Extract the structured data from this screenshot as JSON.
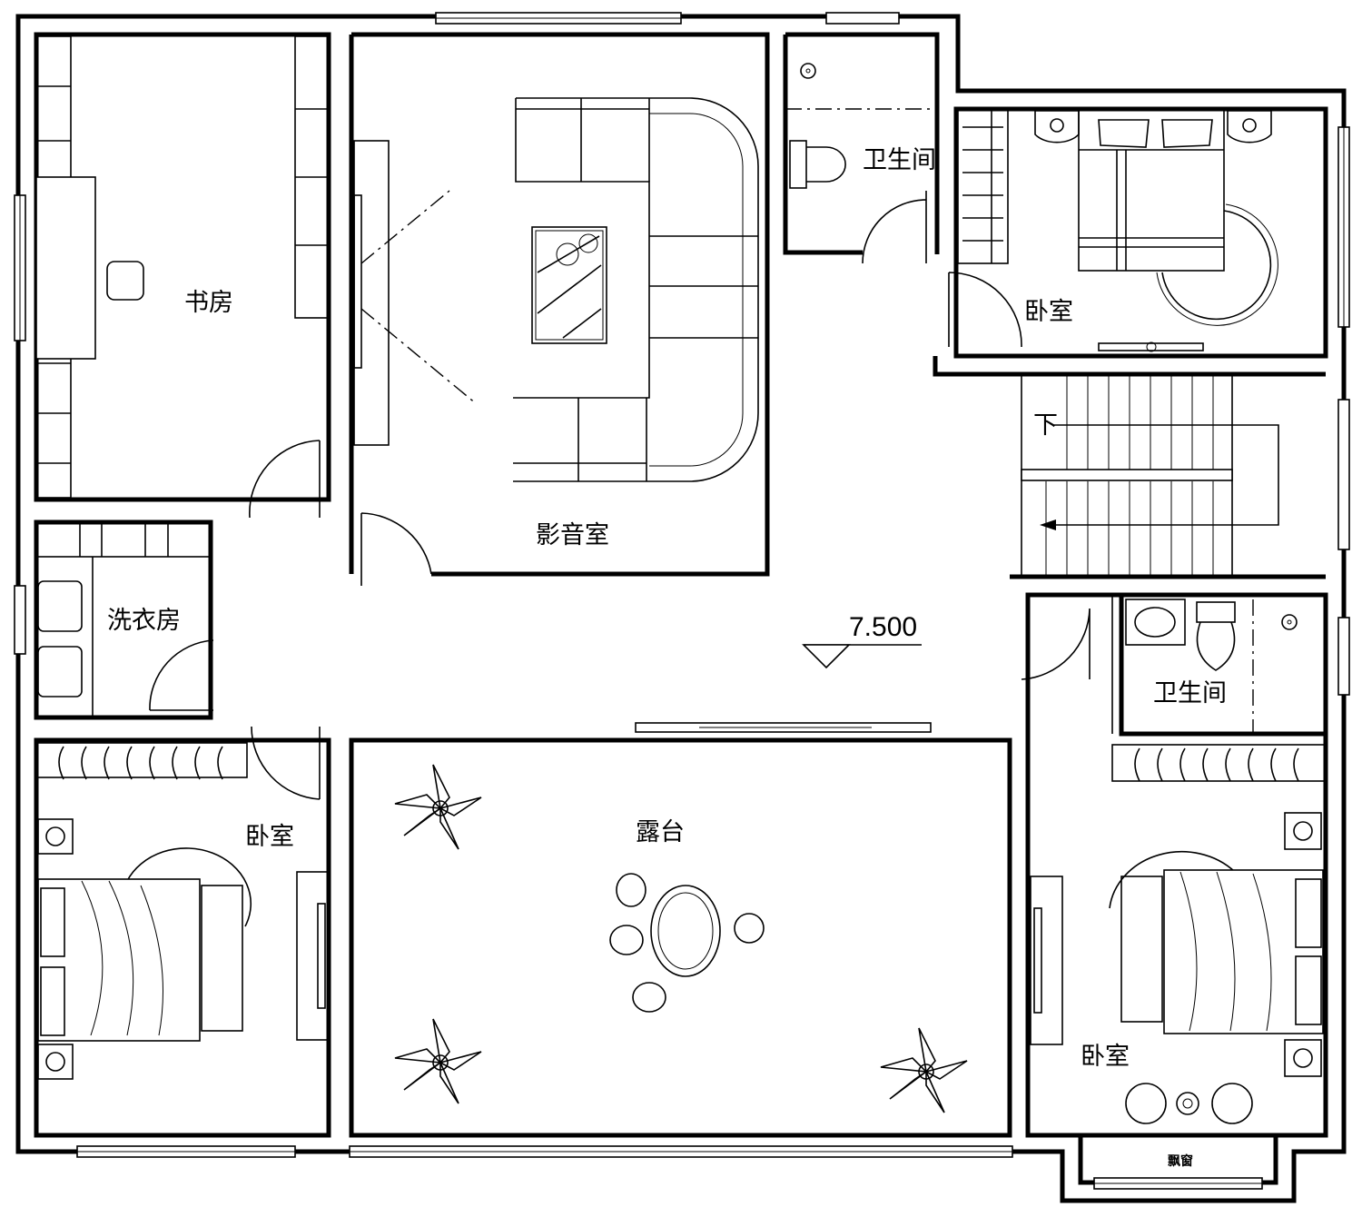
{
  "rooms": {
    "study": "书房",
    "theater": "影音室",
    "bath_top": "卫生间",
    "bedroom_ne": "卧室",
    "laundry": "洗衣房",
    "bath_right": "卫生间",
    "bedroom_sw": "卧室",
    "terrace": "露台",
    "bedroom_se": "卧室",
    "bay_window": "飘窗"
  },
  "stairs": {
    "down_label": "下"
  },
  "elevation": {
    "value": "7.500"
  }
}
